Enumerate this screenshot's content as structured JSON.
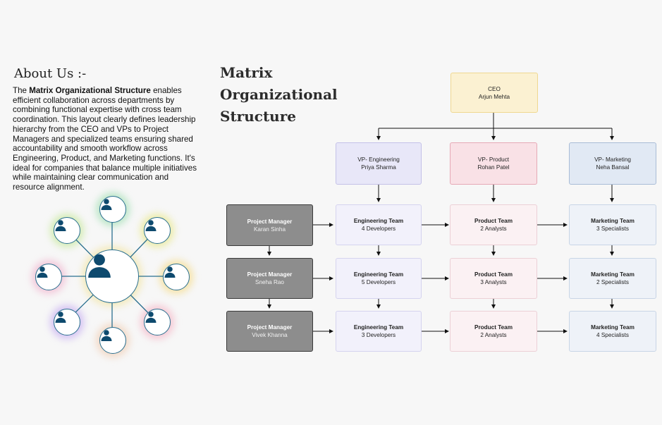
{
  "about": {
    "title": "About Us :-",
    "intro": "The ",
    "bold": "Matrix Organizational Structure",
    "body": " enables efficient collaboration across departments by combining functional expertise with cross team coordination. This layout clearly defines leadership hierarchy from the CEO and VPs to Project Managers and specialized teams ensuring shared accountability and smooth workflow across Engineering, Product, and Marketing functions. It's ideal for companies that balance multiple initiatives while maintaining clear communication and resource alignment."
  },
  "title_lines": [
    "Matrix",
    "Organizational",
    "Structure"
  ],
  "ceo": {
    "role": "CEO",
    "name": "Arjun Mehta"
  },
  "vps": [
    {
      "role": "VP- Engineering",
      "name": "Priya Sharma"
    },
    {
      "role": "VP- Product",
      "name": "Rohan Patel"
    },
    {
      "role": "VP- Marketing",
      "name": "Neha Bansal"
    }
  ],
  "project_managers": [
    {
      "role": "Project Manager",
      "name": "Karan Sinha"
    },
    {
      "role": "Project Manager",
      "name": "Sneha Rao"
    },
    {
      "role": "Project Manager",
      "name": "Vivek Khanna"
    }
  ],
  "rows": [
    [
      {
        "team": "Engineering Team",
        "size": "4 Developers"
      },
      {
        "team": "Product Team",
        "size": "2 Analysts"
      },
      {
        "team": "Marketing Team",
        "size": "3 Specialists"
      }
    ],
    [
      {
        "team": "Engineering Team",
        "size": "5 Developers"
      },
      {
        "team": "Product Team",
        "size": "3 Analysts"
      },
      {
        "team": "Marketing Team",
        "size": "2 Specialists"
      }
    ],
    [
      {
        "team": "Engineering Team",
        "size": "3 Developers"
      },
      {
        "team": "Product Team",
        "size": "2 Analysts"
      },
      {
        "team": "Marketing Team",
        "size": "4 Specialists"
      }
    ]
  ],
  "colors": {
    "person_icon": "#0e4a6e",
    "ceo_fill": "#fbf1d2",
    "pm_fill": "#8d8d8d",
    "connector": "#111111"
  },
  "icons": [
    "person-icon"
  ]
}
